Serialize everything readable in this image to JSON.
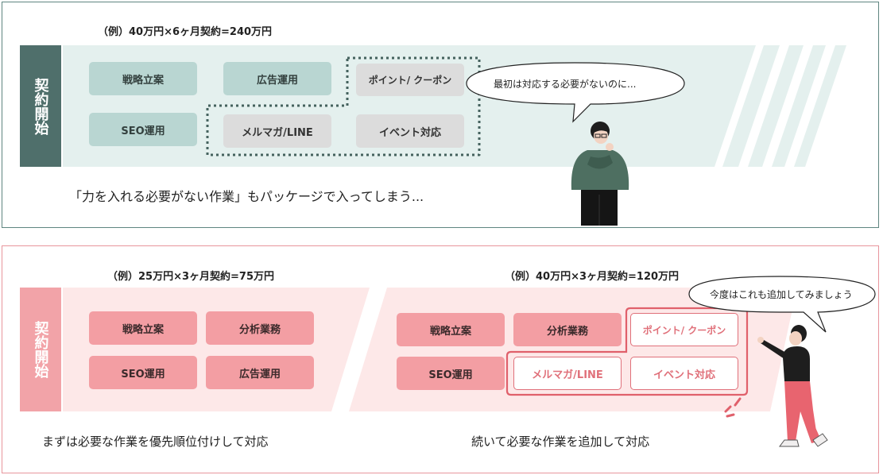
{
  "top": {
    "example": "（例）40万円×6ヶ月契約=240万円",
    "side_label": "契約開始",
    "tasks": [
      "戦略立案",
      "広告運用",
      "ポイント/ クーポン",
      "SEO運用",
      "メルマガ/LINE",
      "イベント対応"
    ],
    "bubble": "最初は対応する必要がないのに...",
    "caption": "「力を入れる必要がない作業」もパッケージで入ってしまう..."
  },
  "bottom": {
    "left": {
      "example": "（例）25万円×3ヶ月契約=75万円",
      "side_label": "契約開始",
      "tasks": [
        "戦略立案",
        "分析業務",
        "SEO運用",
        "広告運用"
      ],
      "caption": "まずは必要な作業を優先順位付けして対応"
    },
    "right": {
      "example": "（例）40万円×3ヶ月契約=120万円",
      "tasks": [
        "戦略立案",
        "分析業務",
        "ポイント/ クーポン",
        "SEO運用",
        "メルマガ/LINE",
        "イベント対応"
      ],
      "bubble": "今度はこれも追加してみましょう",
      "caption": "続いて必要な作業を追加して対応"
    }
  },
  "colors": {
    "teal_dark": "#4f6f6b",
    "teal_light": "#e4f0ee",
    "pink_dark": "#f2a3a8",
    "pink_light": "#fde8e8",
    "accent_red": "#e0606b"
  }
}
